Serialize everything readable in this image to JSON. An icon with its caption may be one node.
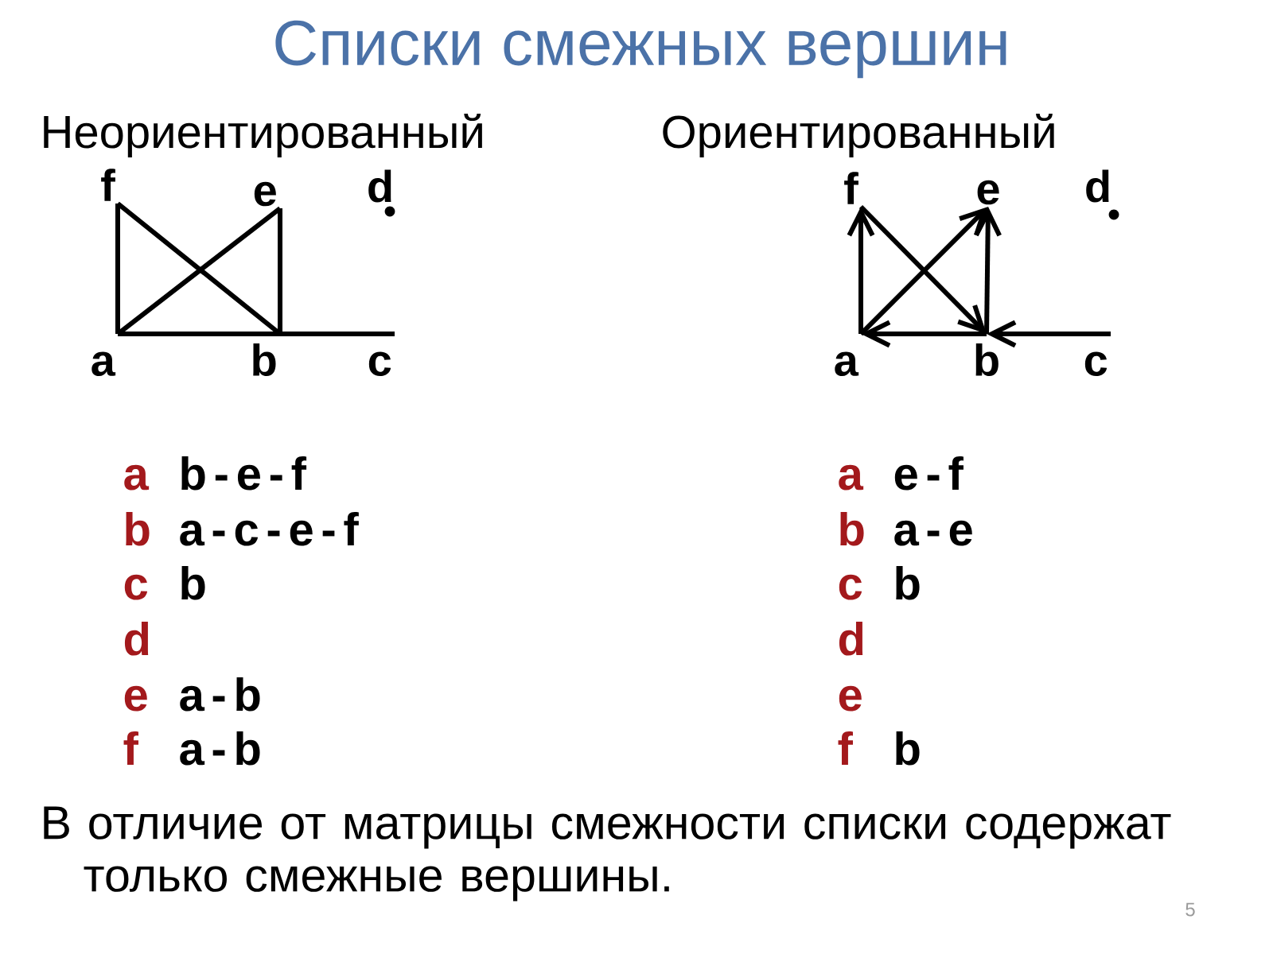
{
  "diagram": {
    "title": "Списки смежных вершин",
    "nodes": [
      {
        "text": [
          "f"
        ]
      },
      {
        "text": [
          "e"
        ]
      },
      {
        "text": [
          "d"
        ]
      },
      {
        "text": [
          "a"
        ]
      },
      {
        "text": [
          "b"
        ]
      },
      {
        "text": [
          "c"
        ]
      },
      {
        "text": [
          "f"
        ]
      },
      {
        "text": [
          "e"
        ]
      },
      {
        "text": [
          "d"
        ]
      },
      {
        "text": [
          "a"
        ]
      },
      {
        "text": [
          "b"
        ]
      },
      {
        "text": [
          "c"
        ]
      }
    ],
    "edges": [
      {
        "from": 3,
        "to": 0,
        "arrow": "none"
      },
      {
        "from": 3,
        "to": 1,
        "arrow": "none"
      },
      {
        "from": 0,
        "to": 4,
        "arrow": "none"
      },
      {
        "from": 4,
        "to": 1,
        "arrow": "none"
      },
      {
        "from": 3,
        "to": 4,
        "arrow": "none"
      },
      {
        "from": 4,
        "to": 5,
        "arrow": "none"
      },
      {
        "from": 9,
        "to": 6,
        "arrow": "to"
      },
      {
        "from": 9,
        "to": 7,
        "arrow": "to"
      },
      {
        "from": 6,
        "to": 10,
        "arrow": "to"
      },
      {
        "from": 10,
        "to": 7,
        "arrow": "to"
      },
      {
        "from": 10,
        "to": 9,
        "arrow": "to"
      },
      {
        "from": 11,
        "to": 10,
        "arrow": "to"
      }
    ],
    "labels": [
      "Неориентированный",
      "Ориентированный",
      "a",
      "b-e-f",
      "b",
      "a-c-e-f",
      "c",
      "b",
      "d",
      "e",
      "a-b",
      "f",
      "a-b",
      "a",
      "e-f",
      "b",
      "a-e",
      "c",
      "b",
      "d",
      "e",
      "f",
      "b",
      "В отличие от матрицы смежности списки содержат только смежные вершины.",
      "5"
    ]
  }
}
